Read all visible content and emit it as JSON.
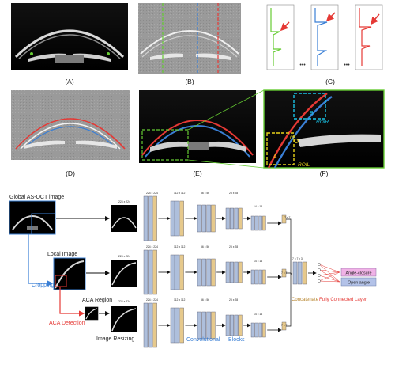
{
  "panels": {
    "a": "(A)",
    "b": "(B)",
    "c": "(C)",
    "d": "(D)",
    "e": "(E)",
    "f": "(F)"
  },
  "panel_c_dots": "•••",
  "panel_f": {
    "roi_l": "ROIL",
    "roi_r": "ROIR",
    "label_a": "A",
    "label_b": "B",
    "label_o": "O"
  },
  "pipeline": {
    "global_image": "Global AS-OCT image",
    "local_image": "Local Image",
    "aca_region": "ACA Region",
    "cropping": "Cropping",
    "aca_detection": "ACA Detection",
    "image_resizing": "Image Resizing",
    "conv_blocks_a": "Convolutional",
    "conv_blocks_b": "Blocks",
    "concatenate": "Concatenate",
    "fc_layer": "Fully Connected Layer",
    "angle_closure": "Angle-closure",
    "open_angle": "Open angle",
    "size_224": "224 x 224",
    "size_112": "112 x 112",
    "size_56": "56 x 56",
    "size_28": "28 x 28",
    "size_14": "14 x 14",
    "size_7": "7 x 7",
    "size_7x3": "7 x 7 x 3"
  },
  "colors": {
    "accent_blue": "#3a7fd5",
    "accent_red": "#e53935",
    "accent_green": "#66cc33",
    "cyan": "#19c3e6",
    "yellow": "#e8d21a",
    "block_tan": "#e6c98c",
    "block_blue": "#aebfdc",
    "output_pink": "#f0b2e6",
    "output_blue": "#b3c2e8"
  }
}
